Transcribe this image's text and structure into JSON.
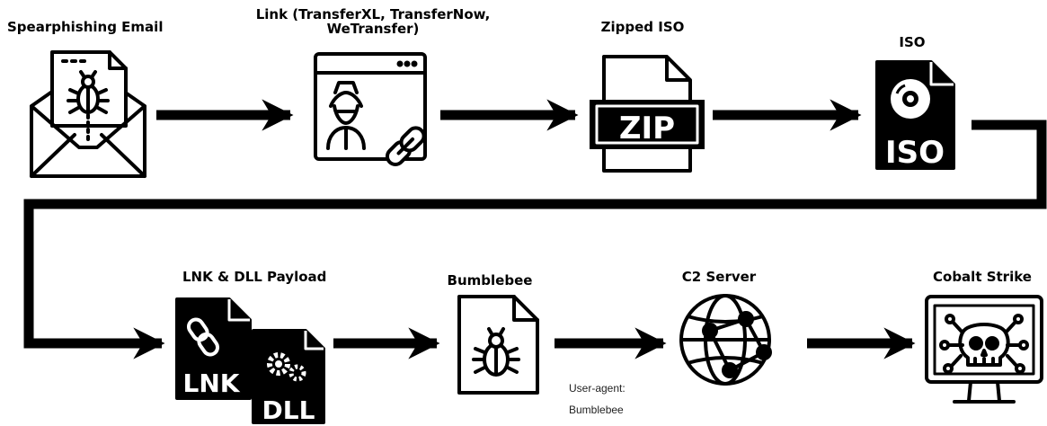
{
  "diagram": {
    "labels": {
      "email": "Spearphishing Email",
      "link_line1": "Link (TransferXL, TransferNow,",
      "link_line2": "WeTransfer)",
      "zip": "Zipped ISO",
      "iso": "ISO",
      "payload": "LNK & DLL Payload",
      "bumblebee": "Bumblebee",
      "c2": "C2 Server",
      "cobalt": "Cobalt Strike"
    },
    "icon_text": {
      "zip": "ZIP",
      "iso": "ISO",
      "lnk": "LNK",
      "dll": "DLL"
    },
    "note": {
      "line1": "User-agent:",
      "line2": "Bumblebee"
    },
    "icons": [
      "email-bug-icon",
      "browser-hacker-link-icon",
      "zip-file-icon",
      "iso-disc-file-icon",
      "lnk-file-icon",
      "dll-file-icon",
      "bug-file-icon",
      "globe-network-icon",
      "monitor-skull-icon"
    ],
    "colors": {
      "stroke": "#000000",
      "background": "#ffffff"
    }
  }
}
